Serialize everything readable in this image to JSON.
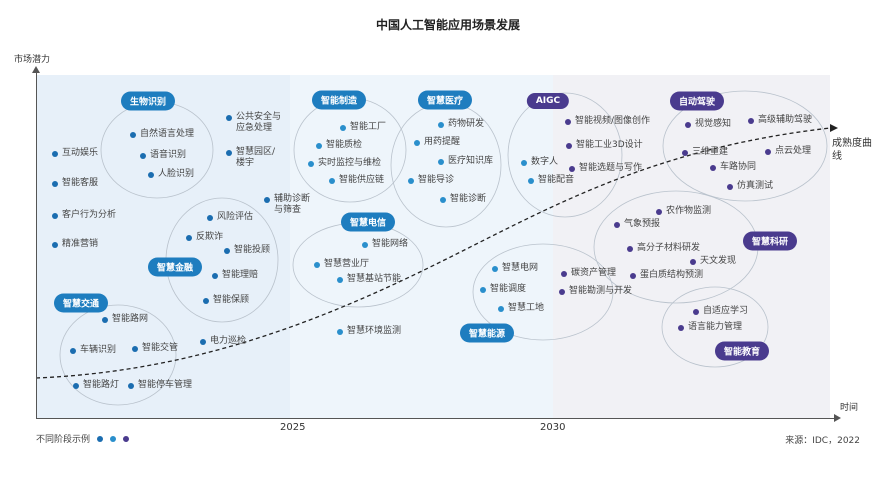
{
  "title": "中国人工智能应用场景发展",
  "axes": {
    "y_label": "市场潜力",
    "x_label": "时间",
    "years": [
      "2025",
      "2030"
    ],
    "curve_label": "成熟度曲线"
  },
  "legend": {
    "label": "不同阶段示例"
  },
  "source": "来源：IDC，2022",
  "colors": {
    "phase1": "#1b6db0",
    "phase2": "#2a8fcc",
    "phase3": "#4a3b8e",
    "pill_blue": "#1e7dbf",
    "pill_purple": "#4a3b8e"
  },
  "pills": [
    {
      "text": "生物识别",
      "phase": 1
    },
    {
      "text": "智慧金融",
      "phase": 1
    },
    {
      "text": "智慧交通",
      "phase": 1
    },
    {
      "text": "智能制造",
      "phase": 2
    },
    {
      "text": "智慧医疗",
      "phase": 2
    },
    {
      "text": "智慧电信",
      "phase": 2
    },
    {
      "text": "智慧能源",
      "phase": 2
    },
    {
      "text": "AIGC",
      "phase": 3
    },
    {
      "text": "自动驾驶",
      "phase": 3
    },
    {
      "text": "智慧科研",
      "phase": 3
    },
    {
      "text": "智能教育",
      "phase": 3
    }
  ],
  "items": [
    {
      "text": "自然语言处理",
      "phase": 1
    },
    {
      "text": "语音识别",
      "phase": 1
    },
    {
      "text": "人脸识别",
      "phase": 1
    },
    {
      "text": "公共安全与\n应急处理",
      "phase": 1
    },
    {
      "text": "智慧园区/\n楼宇",
      "phase": 1
    },
    {
      "text": "互动娱乐",
      "phase": 1
    },
    {
      "text": "智能客服",
      "phase": 1
    },
    {
      "text": "客户行为分析",
      "phase": 1
    },
    {
      "text": "精准营销",
      "phase": 1
    },
    {
      "text": "辅助诊断\n与筛查",
      "phase": 1
    },
    {
      "text": "风险评估",
      "phase": 1
    },
    {
      "text": "反欺诈",
      "phase": 1
    },
    {
      "text": "智能投顾",
      "phase": 1
    },
    {
      "text": "智能理赔",
      "phase": 1
    },
    {
      "text": "智能保顾",
      "phase": 1
    },
    {
      "text": "智能路网",
      "phase": 1
    },
    {
      "text": "车辆识别",
      "phase": 1
    },
    {
      "text": "智能交管",
      "phase": 1
    },
    {
      "text": "电力巡检",
      "phase": 1
    },
    {
      "text": "智能路灯",
      "phase": 1
    },
    {
      "text": "智能停车管理",
      "phase": 1
    },
    {
      "text": "智能工厂",
      "phase": 2
    },
    {
      "text": "智能质检",
      "phase": 2
    },
    {
      "text": "实时监控与维检",
      "phase": 2
    },
    {
      "text": "智能供应链",
      "phase": 2
    },
    {
      "text": "药物研发",
      "phase": 2
    },
    {
      "text": "用药提醒",
      "phase": 2
    },
    {
      "text": "医疗知识库",
      "phase": 2
    },
    {
      "text": "智能导诊",
      "phase": 2
    },
    {
      "text": "智能诊断",
      "phase": 2
    },
    {
      "text": "智能网络",
      "phase": 2
    },
    {
      "text": "智慧营业厅",
      "phase": 2
    },
    {
      "text": "智慧基站节能",
      "phase": 2
    },
    {
      "text": "智慧环境监测",
      "phase": 2
    },
    {
      "text": "智慧电网",
      "phase": 2
    },
    {
      "text": "智能调度",
      "phase": 2
    },
    {
      "text": "智慧工地",
      "phase": 2
    },
    {
      "text": "数字人",
      "phase": 2
    },
    {
      "text": "智能配音",
      "phase": 2
    },
    {
      "text": "智能视频/图像创作",
      "phase": 3
    },
    {
      "text": "智能工业3D设计",
      "phase": 3
    },
    {
      "text": "智能选题与写作",
      "phase": 3
    },
    {
      "text": "视觉感知",
      "phase": 3
    },
    {
      "text": "高级辅助驾驶",
      "phase": 3
    },
    {
      "text": "三维重建",
      "phase": 3
    },
    {
      "text": "点云处理",
      "phase": 3
    },
    {
      "text": "车路协同",
      "phase": 3
    },
    {
      "text": "仿真测试",
      "phase": 3
    },
    {
      "text": "农作物监测",
      "phase": 3
    },
    {
      "text": "气象预报",
      "phase": 3
    },
    {
      "text": "高分子材料研发",
      "phase": 3
    },
    {
      "text": "天文发现",
      "phase": 3
    },
    {
      "text": "碳资产管理",
      "phase": 3
    },
    {
      "text": "蛋白质结构预测",
      "phase": 3
    },
    {
      "text": "智能勘测与开发",
      "phase": 3
    },
    {
      "text": "自适应学习",
      "phase": 3
    },
    {
      "text": "语言能力管理",
      "phase": 3
    }
  ]
}
